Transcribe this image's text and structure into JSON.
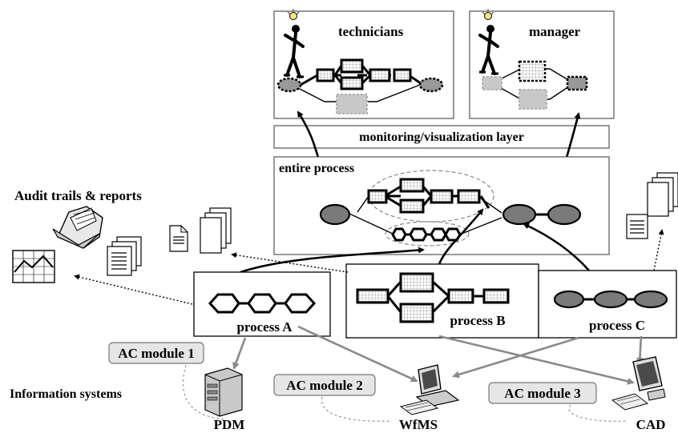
{
  "labels": {
    "technicians": "technicians",
    "manager": "manager",
    "monitoring_layer": "monitoring/visualization layer",
    "entire_process": "entire process",
    "audit_trails": "Audit trails & reports",
    "process_a": "process A",
    "process_b": "process B",
    "process_c": "process C",
    "ac_module_1": "AC module 1",
    "ac_module_2": "AC module 2",
    "ac_module_3": "AC module 3",
    "information_systems": "Information systems",
    "pdm": "PDM",
    "wfms": "WfMS",
    "cad": "CAD"
  },
  "icons": [
    "person-with-lightbulb-icon",
    "server-icon",
    "desktop-computer-icon",
    "folder-icon",
    "document-icon",
    "line-chart-icon"
  ],
  "colors": {
    "ac_module_fill": "#e6e6e6",
    "arrow_grey": "#8a8a8a",
    "node_grey": "#7a7a7a"
  }
}
